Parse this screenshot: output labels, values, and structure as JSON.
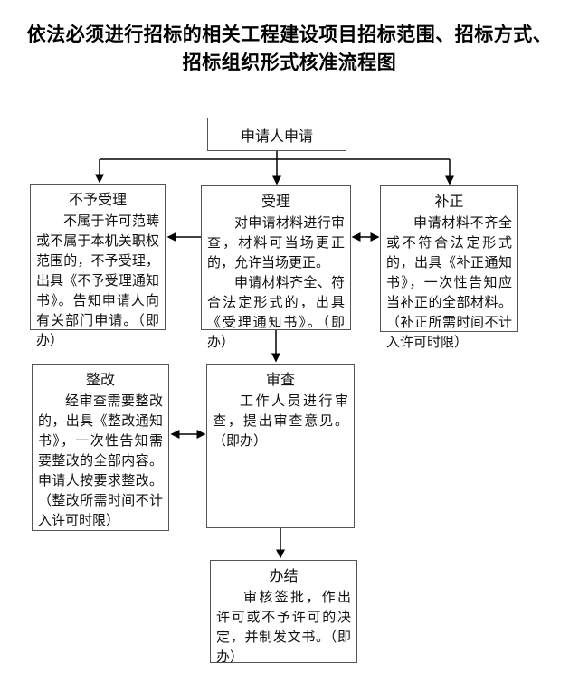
{
  "page_title": {
    "lines": [
      "依法必须进行招标的相关工程建设项目招标范围、招标方式、",
      "招标组织形式核准流程图"
    ]
  },
  "nodes": {
    "applicant": {
      "label": "申请人申请"
    },
    "reject": {
      "title": "不予受理",
      "paragraphs": [
        "不属于许可范畴或不属于本机关职权范围的，不予受理，出具《不予受理通知书》。告知申请人向有关部门申请。（即办）"
      ]
    },
    "accept": {
      "title": "受理",
      "paragraphs": [
        "对申请材料进行审查，材料可当场更正的，允许当场更正。",
        "申请材料齐全、符合法定形式的，出具《受理通知书》。（即办）"
      ]
    },
    "supplement": {
      "title": "补正",
      "paragraphs": [
        "申请材料不齐全或不符合法定形式的，出具《补正通知书》，一次性告知应当补正的全部材料。（补正所需时间不计入许可时限）"
      ]
    },
    "rectify": {
      "title": "整改",
      "paragraphs": [
        "经审查需要整改的，出具《整改通知书》，一次性告知需要整改的全部内容。申请人按要求整改。（整改所需时间不计入许可时限）"
      ]
    },
    "review": {
      "title": "审查",
      "paragraphs": [
        "工作人员进行审查，提出审查意见。（即办）"
      ]
    },
    "conclude": {
      "title": "办结",
      "paragraphs": [
        "审核签批，作出许可或不予许可的决定，并制发文书。（即办）"
      ]
    }
  },
  "colors": {
    "background": "#ffffff",
    "text": "#111111",
    "box_border": "#545454",
    "arrow_line": "#000000"
  }
}
